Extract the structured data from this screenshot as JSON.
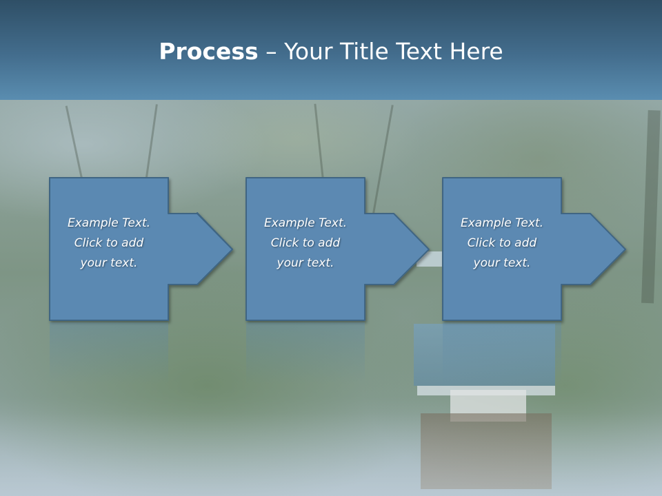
{
  "slide": {
    "title_bold": "Process",
    "title_rest": " – Your Title Text Here"
  },
  "steps": [
    {
      "text": "Example Text.\nClick  to add\nyour text."
    },
    {
      "text": "Example Text.\nClick  to add\nyour text."
    },
    {
      "text": "Example Text.\nClick  to add\nyour text."
    }
  ],
  "colors": {
    "header_dark": "#2f4f66",
    "header_light": "#5a8db0",
    "box_fill": "#5b89b2",
    "box_stroke": "#3f6583",
    "text": "#ffffff"
  }
}
